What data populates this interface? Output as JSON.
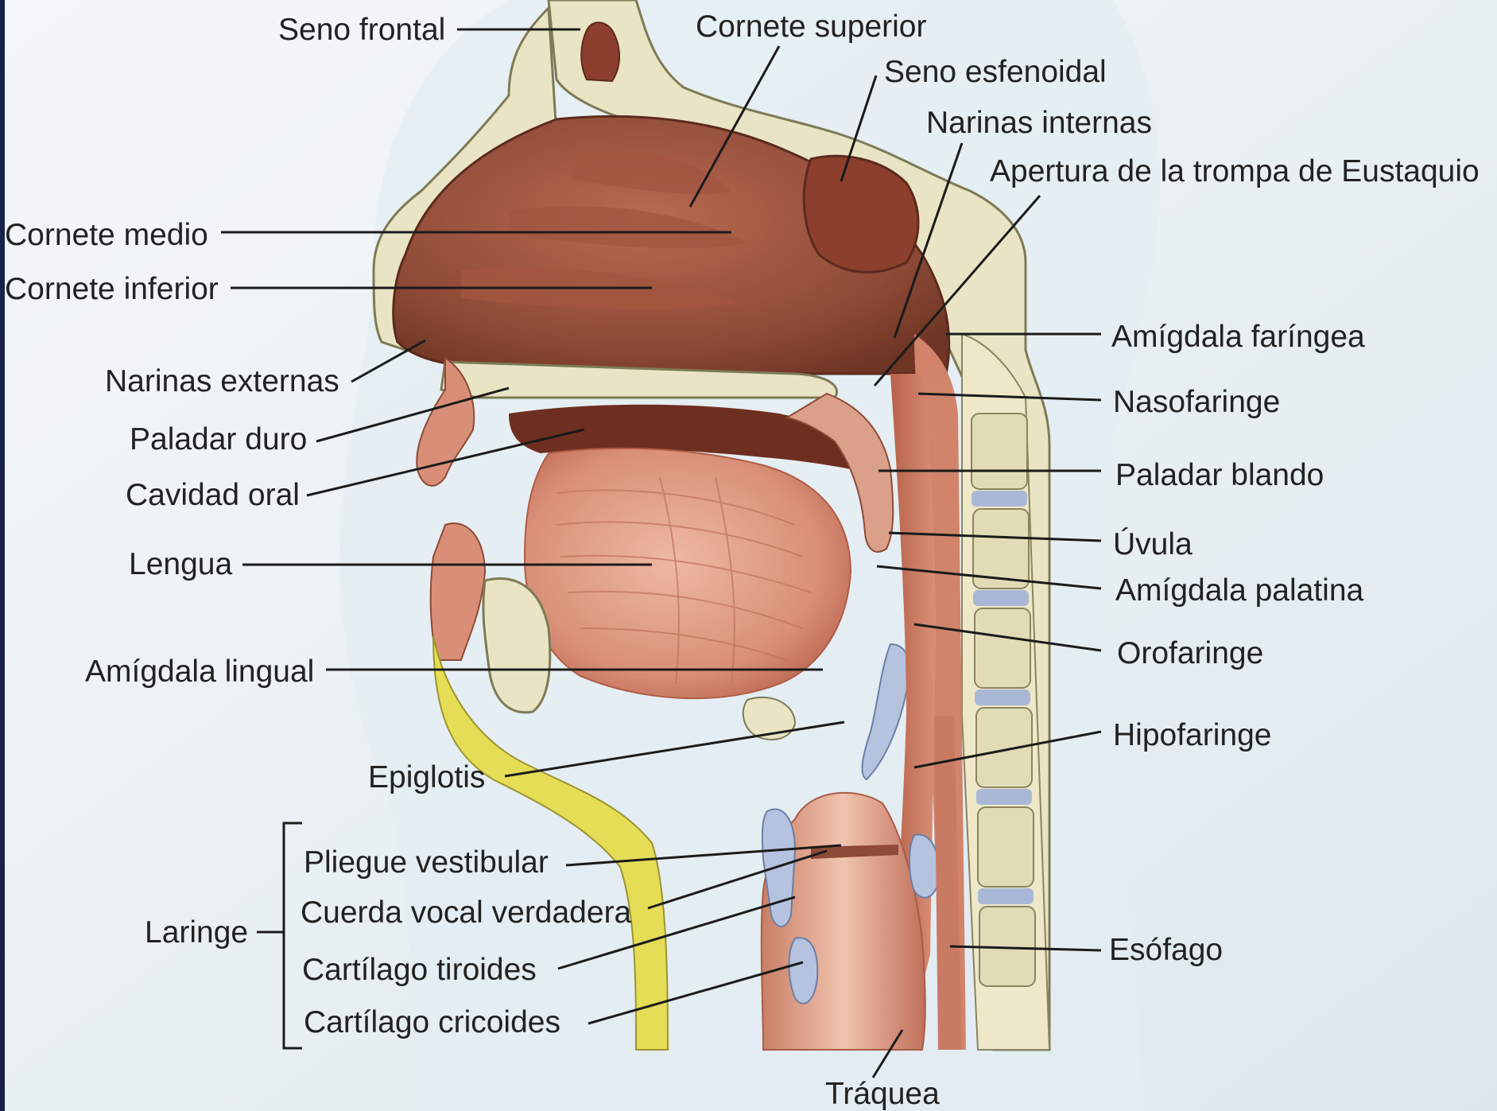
{
  "diagram": {
    "labels": {
      "seno_frontal": "Seno frontal",
      "cornete_superior": "Cornete superior",
      "seno_esfenoidal": "Seno esfenoidal",
      "narinas_internas": "Narinas internas",
      "apertura_trompa": "Apertura de la trompa de Eustaquio",
      "cornete_medio": "Cornete medio",
      "cornete_inferior": "Cornete inferior",
      "narinas_externas": "Narinas externas",
      "paladar_duro": "Paladar duro",
      "cavidad_oral": "Cavidad oral",
      "lengua": "Lengua",
      "amigdala_lingual": "Amígdala lingual",
      "epiglotis": "Epiglotis",
      "laringe": "Laringe",
      "pliegue_vestibular": "Pliegue vestibular",
      "cuerda_vocal": "Cuerda vocal verdadera",
      "cartilago_tiroides": "Cartílago tiroides",
      "cartilago_cricoides": "Cartílago cricoides",
      "traquea": "Tráquea",
      "amigdala_faringea": "Amígdala faríngea",
      "nasofaringe": "Nasofaringe",
      "paladar_blando": "Paladar blando",
      "uvula": "Úvula",
      "amigdala_palatina": "Amígdala palatina",
      "orofaringe": "Orofaringe",
      "hipofaringe": "Hipofaringe",
      "esofago": "Esófago"
    }
  }
}
